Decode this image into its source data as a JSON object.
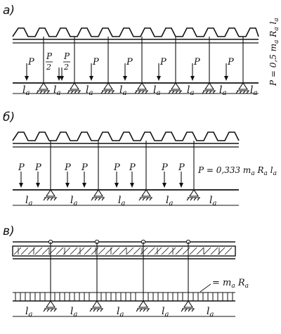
{
  "panels": [
    {
      "id": "a",
      "label": "a)",
      "load_label": "P",
      "half_load_label": "P",
      "half_denominator": "2",
      "span_label": "l",
      "span_subscript": "a",
      "formula": "P = 0,5 m",
      "formula_sub1": "a",
      "formula_mid": " R",
      "formula_sub2": "a",
      "formula_mid2": " l",
      "formula_sub3": "a"
    },
    {
      "id": "b",
      "label": "б)",
      "load_label": "P",
      "span_label": "l",
      "span_subscript": "a",
      "formula": "P = 0,333 m",
      "formula_sub1": "a",
      "formula_mid": " R",
      "formula_sub2": "a",
      "formula_mid2": " l",
      "formula_sub3": "a"
    },
    {
      "id": "c",
      "label": "в)",
      "span_label": "l",
      "span_subscript": "a",
      "formula": "= m",
      "formula_sub1": "a",
      "formula_mid": " R",
      "formula_sub2": "a"
    }
  ],
  "colors": {
    "ink": "#111111",
    "paper": "#ffffff"
  }
}
